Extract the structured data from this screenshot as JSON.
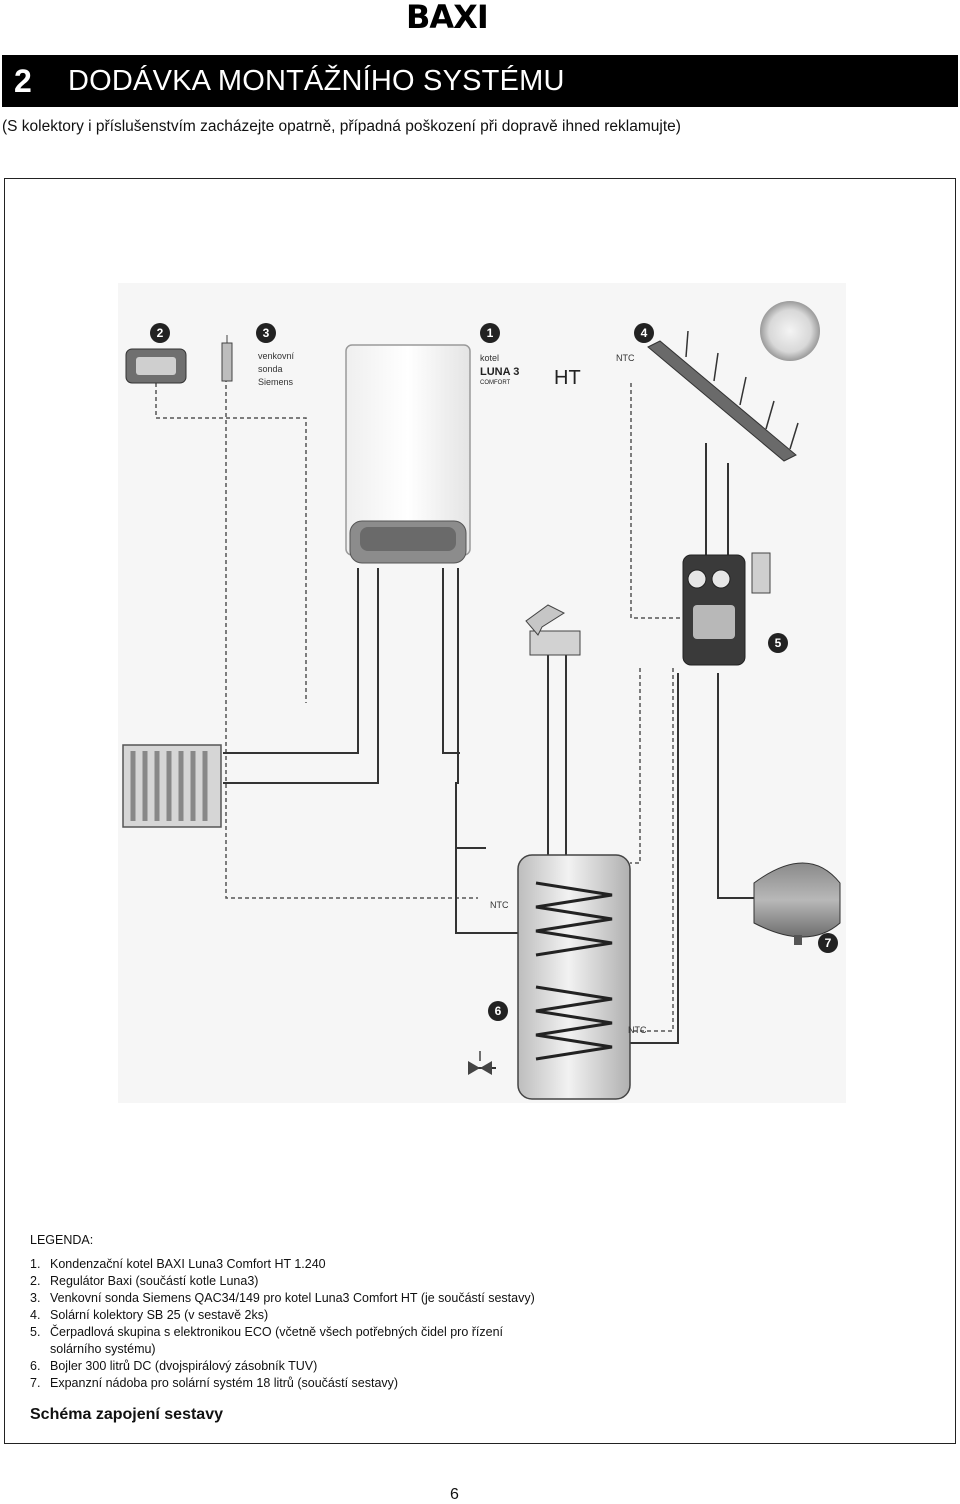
{
  "brand": "BAXI",
  "section": {
    "number": "2",
    "title": "DODÁVKA MONTÁŽNÍHO SYSTÉMU"
  },
  "subtitle": "(S kolektory i příslušenstvím zacházejte opatrně, případná poškození při dopravě ihned reklamujte)",
  "diagram": {
    "labels": {
      "outdoor_probe": [
        "venkovní",
        "sonda",
        "Siemens"
      ],
      "boiler_word": "kotel",
      "boiler_brand": "LUNA 3",
      "boiler_brand_sub": "COMFORT",
      "boiler_model": "HT",
      "ntc_collector": "NTC",
      "ntc_tank_upper": "NTC",
      "ntc_tank_lower": "NTC"
    },
    "markers": [
      "1",
      "2",
      "3",
      "4",
      "5",
      "6",
      "7"
    ]
  },
  "legend": {
    "heading": "LEGENDA:",
    "items": [
      {
        "n": "1.",
        "text": "Kondenzační kotel BAXI Luna3 Comfort HT 1.240"
      },
      {
        "n": "2.",
        "text": "Regulátor Baxi (součástí kotle Luna3)"
      },
      {
        "n": "3.",
        "text": "Venkovní sonda Siemens QAC34/149 pro kotel Luna3 Comfort HT (je součástí sestavy)"
      },
      {
        "n": "4.",
        "text": "Solární kolektory SB 25 (v sestavě 2ks)"
      },
      {
        "n": "5.",
        "text": "Čerpadlová skupina s elektronikou ECO (včetně všech potřebných čidel pro řízení solárního systému)"
      },
      {
        "n": "6.",
        "text": "Bojler 300 litrů DC (dvojspirálový zásobník TUV)"
      },
      {
        "n": "7.",
        "text": "Expanzní nádoba pro solární systém 18 litrů (součástí sestavy)"
      }
    ]
  },
  "caption": "Schéma zapojení sestavy",
  "page_number": "6"
}
